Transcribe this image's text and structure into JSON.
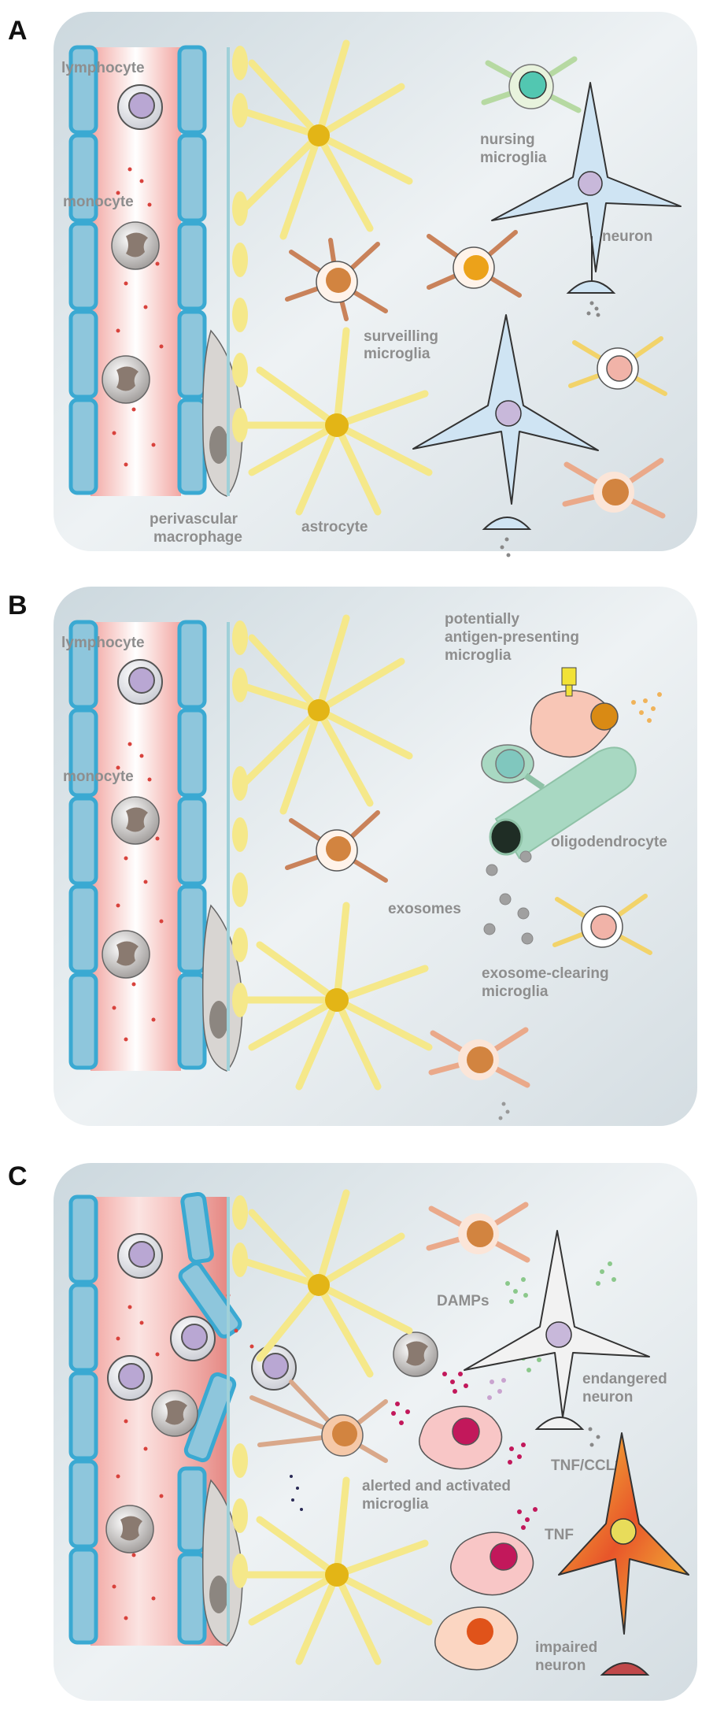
{
  "panels": [
    {
      "letter": "A",
      "labels": {
        "lymphocyte": "lymphocyte",
        "monocyte": "monocyte",
        "nursing_1": "nursing",
        "nursing_2": "microglia",
        "neuron": "neuron",
        "surveilling_1": "surveilling",
        "surveilling_2": "microglia",
        "perivascular_1": "perivascular",
        "perivascular_2": "macrophage",
        "astrocyte": "astrocyte"
      }
    },
    {
      "letter": "B",
      "labels": {
        "lymphocyte": "lymphocyte",
        "monocyte": "monocyte",
        "apc_1": "potentially",
        "apc_2": "antigen-presenting",
        "apc_3": "microglia",
        "oligodendrocyte": "oligodendrocyte",
        "exosomes": "exosomes",
        "exo_clear_1": "exosome-clearing",
        "exo_clear_2": "microglia"
      }
    },
    {
      "letter": "C",
      "labels": {
        "damps": "DAMPs",
        "endangered_1": "endangered",
        "endangered_2": "neuron",
        "tnf_ccl3": "TNF/CCL3",
        "alerted_1": "alerted and activated",
        "alerted_2": "microglia",
        "tnf": "TNF",
        "impaired_1": "impaired",
        "impaired_2": "neuron"
      }
    }
  ],
  "colors": {
    "panel_bg": "#dfe6ea",
    "vessel_cell": "#8ec6dc",
    "vessel_stroke": "#3aa9d2",
    "blood": "#f3b9b6",
    "astrocyte": "#f5e88a",
    "astro_nucleus": "#e3b516",
    "microglia_orange": "#f0a458",
    "neuron": "#cfe4f3",
    "oligodendrocyte": "#a8d8c2",
    "tnf_dots": "#c2185b",
    "damp_dots": "#8bc88b"
  }
}
